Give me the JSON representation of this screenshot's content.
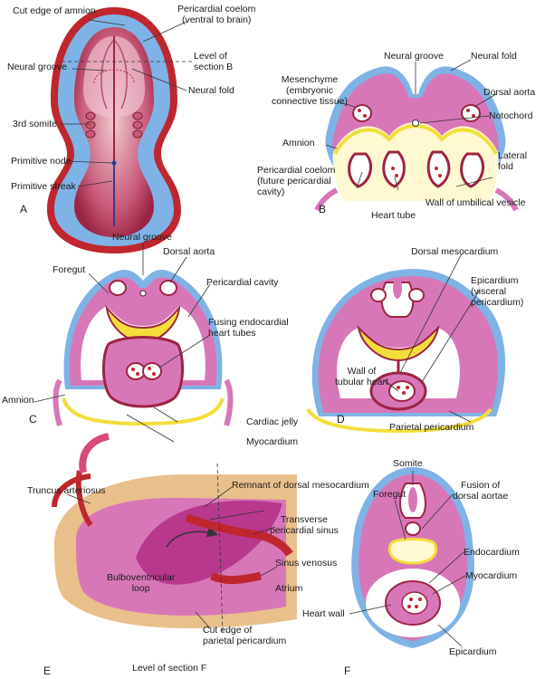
{
  "panels": {
    "a": {
      "letter": "A",
      "labels": {
        "cut_edge_amnion": "Cut edge of amnion",
        "pericardial_coelom": "Pericardial coelom\n(ventral to brain)",
        "level_section_b": "Level of\nsection B",
        "neural_groove": "Neural groove",
        "neural_fold": "Neural fold",
        "third_somite": "3rd somite",
        "primitive_node": "Primitive node",
        "primitive_streak": "Primitive streak"
      }
    },
    "b": {
      "letter": "B",
      "labels": {
        "neural_groove": "Neural groove",
        "neural_fold": "Neural fold",
        "mesenchyme": "Mesenchyme\n(embryonic\nconnective tissue)",
        "dorsal_aorta": "Dorsal aorta",
        "notochord": "Notochord",
        "amnion": "Amnion",
        "lateral_fold": "Lateral\nfold",
        "pericardial_coelom": "Pericardial coelom\n(future pericardial\ncavity)",
        "heart_tube": "Heart tube",
        "umbilical_vesicle": "Wall of umbilical vesicle"
      }
    },
    "c": {
      "letter": "C",
      "labels": {
        "neural_groove": "Neural groove",
        "dorsal_aorta": "Dorsal aorta",
        "foregut": "Foregut",
        "pericardial_cavity": "Pericardial cavity",
        "fusing_tubes": "Fusing endocardial\nheart tubes",
        "amnion": "Amnion",
        "cardiac_jelly": "Cardiac jelly",
        "myocardium": "Myocardium"
      }
    },
    "d": {
      "letter": "D",
      "labels": {
        "dorsal_mesocardium": "Dorsal mesocardium",
        "epicardium": "Epicardium\n(visceral\npericardium)",
        "wall_tubular_heart": "Wall of\ntubular heart",
        "parietal_pericardium": "Parietal pericardium"
      }
    },
    "e": {
      "letter": "E",
      "labels": {
        "truncus": "Truncus arteriosus",
        "remnant_mesocardium": "Remnant of dorsal mesocardium",
        "transverse_sinus": "Transverse\npericardial sinus",
        "sinus_venosus": "Sinus venosus",
        "bulboventricular": "Bulboventricular\nloop",
        "atrium": "Atrium",
        "cut_edge_parietal": "Cut edge of\nparietal pericardium",
        "level_section_f": "Level of section F"
      }
    },
    "f": {
      "letter": "F",
      "labels": {
        "somite": "Somite",
        "foregut": "Foregut",
        "fusion_aortae": "Fusion of\ndorsal aortae",
        "endocardium": "Endocardium",
        "myocardium": "Myocardium",
        "heart_wall": "Heart wall",
        "epicardium": "Epicardium"
      }
    }
  },
  "colors": {
    "pink": "#d877b8",
    "pink_dark": "#b8388e",
    "blue": "#7fb3e6",
    "yellow": "#f3de3a",
    "tan": "#e9c08b",
    "red": "#c0262d",
    "crimson": "#9c2443"
  }
}
